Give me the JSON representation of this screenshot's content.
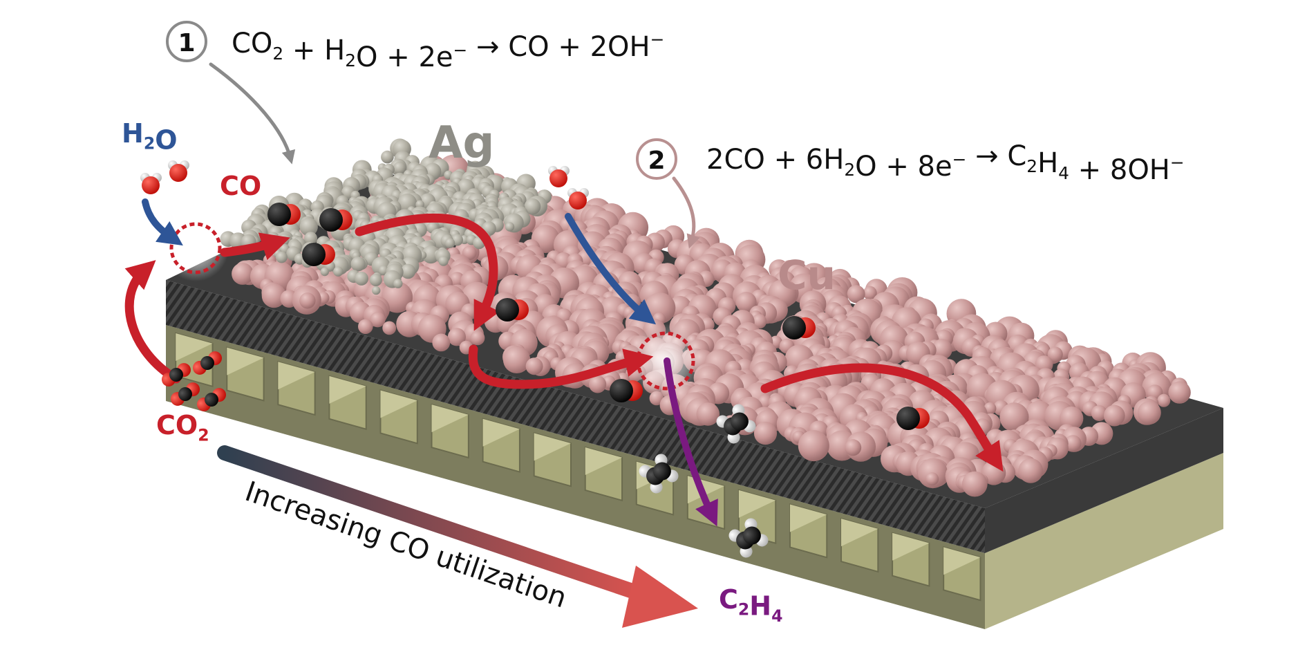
{
  "reaction1": {
    "step": "1",
    "equation": [
      {
        "t": "CO"
      },
      {
        "t": "2",
        "sub": true
      },
      {
        "t": " + H"
      },
      {
        "t": "2",
        "sub": true
      },
      {
        "t": "O + 2e"
      },
      {
        "t": "−",
        "sup": true
      },
      {
        "t": " → CO + 2OH"
      },
      {
        "t": "−",
        "sup": true
      }
    ]
  },
  "reaction2": {
    "step": "2",
    "equation": [
      {
        "t": "2CO + 6H"
      },
      {
        "t": "2",
        "sub": true
      },
      {
        "t": "O + 8e"
      },
      {
        "t": "−",
        "sup": true
      },
      {
        "t": " → C"
      },
      {
        "t": "2",
        "sub": true
      },
      {
        "t": "H"
      },
      {
        "t": "4",
        "sub": true
      },
      {
        "t": " + 8OH"
      },
      {
        "t": "−",
        "sup": true
      }
    ]
  },
  "labels": {
    "ag": "Ag",
    "cu": "Cu",
    "co": "CO",
    "h2o": [
      {
        "t": "H"
      },
      {
        "t": "2",
        "sub": true
      },
      {
        "t": "O"
      }
    ],
    "co2": [
      {
        "t": "CO"
      },
      {
        "t": "2",
        "sub": true
      }
    ],
    "c2h4": [
      {
        "t": "C"
      },
      {
        "t": "2",
        "sub": true
      },
      {
        "t": "H"
      },
      {
        "t": "4",
        "sub": true
      }
    ]
  },
  "gradient_arrow": {
    "label": "Increasing CO utilization",
    "color_start": "#2f4050",
    "color_end": "#d9534f"
  },
  "colors": {
    "co2_red": "#c8202a",
    "h2o_blue": "#2e5597",
    "c2h4_purple": "#7a1a80",
    "ag_grey": "#8e8d86",
    "cu_pink": "#b88a8a",
    "reaction1_arrow": "#8a8a8a",
    "reaction2_arrow": "#b89090"
  }
}
